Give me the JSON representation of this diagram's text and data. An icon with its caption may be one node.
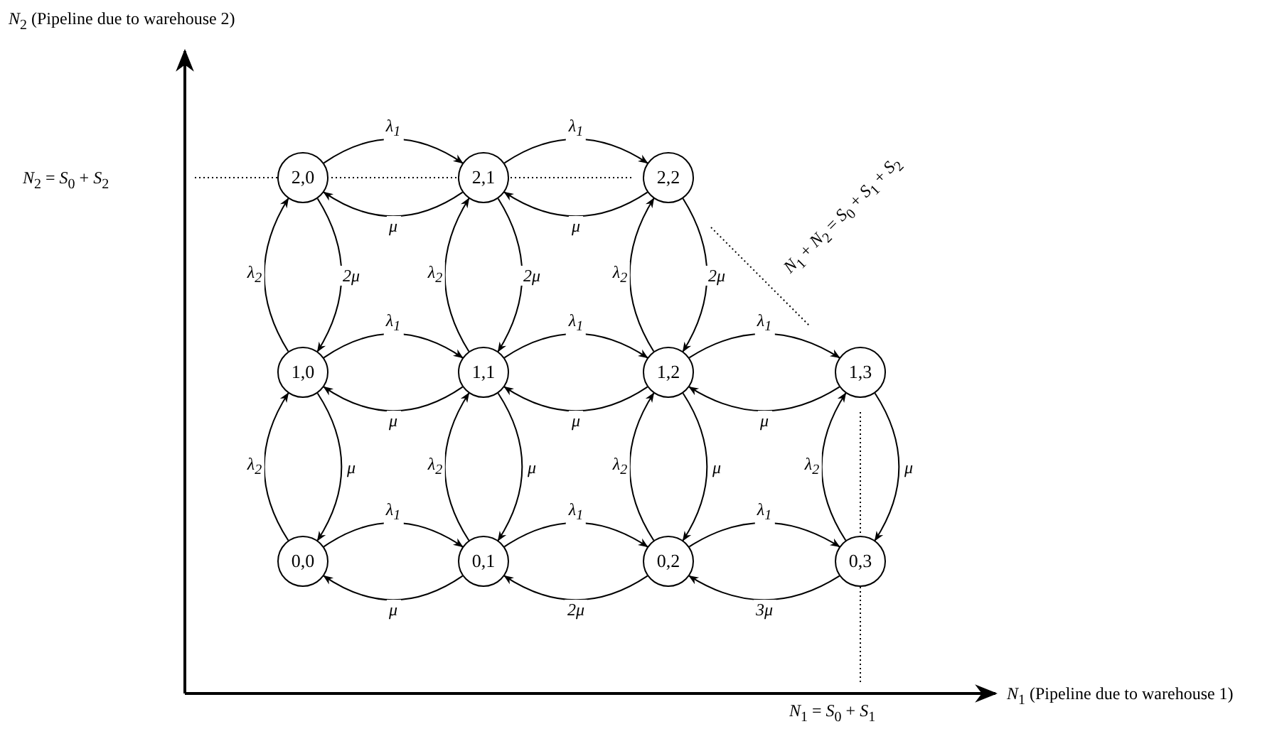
{
  "diagram": {
    "nodes": [
      {
        "text": [
          "2,0"
        ]
      },
      {
        "text": [
          "2,1"
        ]
      },
      {
        "text": [
          "2,2"
        ]
      },
      {
        "text": [
          "1,0"
        ]
      },
      {
        "text": [
          "1,1"
        ]
      },
      {
        "text": [
          "1,2"
        ]
      },
      {
        "text": [
          "1,3"
        ]
      },
      {
        "text": [
          "0,0"
        ]
      },
      {
        "text": [
          "0,1"
        ]
      },
      {
        "text": [
          "0,2"
        ]
      },
      {
        "text": [
          "0,3"
        ]
      }
    ],
    "edges": [
      {
        "from": 0,
        "to": 1,
        "arrow": "to",
        "label": "*λ*$_{1}$"
      },
      {
        "from": 1,
        "to": 0,
        "arrow": "to",
        "label": "*μ*"
      },
      {
        "from": 1,
        "to": 2,
        "arrow": "to",
        "label": "*λ*$_{1}$"
      },
      {
        "from": 2,
        "to": 1,
        "arrow": "to",
        "label": "*μ*"
      },
      {
        "from": 3,
        "to": 0,
        "arrow": "to",
        "label": "*λ*$_{2}$"
      },
      {
        "from": 0,
        "to": 3,
        "arrow": "to",
        "label": "2μ"
      },
      {
        "from": 4,
        "to": 1,
        "arrow": "to",
        "label": "*λ*$_{2}$"
      },
      {
        "from": 1,
        "to": 4,
        "arrow": "to",
        "label": "2μ"
      },
      {
        "from": 5,
        "to": 2,
        "arrow": "to",
        "label": "*λ*$_{2}$"
      },
      {
        "from": 2,
        "to": 5,
        "arrow": "to",
        "label": "2μ"
      },
      {
        "from": 3,
        "to": 4,
        "arrow": "to",
        "label": "*λ*$_{1}$"
      },
      {
        "from": 4,
        "to": 3,
        "arrow": "to",
        "label": "*μ*"
      },
      {
        "from": 4,
        "to": 5,
        "arrow": "to",
        "label": "*λ*$_{1}$"
      },
      {
        "from": 5,
        "to": 4,
        "arrow": "to",
        "label": "*μ*"
      },
      {
        "from": 5,
        "to": 6,
        "arrow": "to",
        "label": "*λ*$_{1}$"
      },
      {
        "from": 6,
        "to": 5,
        "arrow": "to",
        "label": "*μ*"
      },
      {
        "from": 7,
        "to": 3,
        "arrow": "to",
        "label": "*λ*$_{2}$"
      },
      {
        "from": 3,
        "to": 7,
        "arrow": "to",
        "label": "*μ*"
      },
      {
        "from": 8,
        "to": 4,
        "arrow": "to",
        "label": "*λ*$_{2}$"
      },
      {
        "from": 4,
        "to": 8,
        "arrow": "to",
        "label": "*μ*"
      },
      {
        "from": 9,
        "to": 5,
        "arrow": "to",
        "label": "*λ*$_{2}$"
      },
      {
        "from": 5,
        "to": 9,
        "arrow": "to",
        "label": "*μ*"
      },
      {
        "from": 10,
        "to": 6,
        "arrow": "to",
        "label": "*λ*$_{2}$"
      },
      {
        "from": 6,
        "to": 10,
        "arrow": "to",
        "label": "*μ*"
      },
      {
        "from": 7,
        "to": 8,
        "arrow": "to",
        "label": "*λ*$_{1}$"
      },
      {
        "from": 8,
        "to": 7,
        "arrow": "to",
        "label": "*μ*"
      },
      {
        "from": 8,
        "to": 9,
        "arrow": "to",
        "label": "*λ*$_{1}$"
      },
      {
        "from": 9,
        "to": 8,
        "arrow": "to",
        "label": "2μ"
      },
      {
        "from": 9,
        "to": 10,
        "arrow": "to",
        "label": "*λ*$_{1}$"
      },
      {
        "from": 10,
        "to": 9,
        "arrow": "to",
        "label": "3μ"
      }
    ],
    "labels": [
      "*N*$_{2}$ (Pipeline due to warehouse 2)",
      "*N*$_{1}$ + *N*$_{2}$ = *S*$_{0}$ + *S*$_{1}$ + *S*$_{2}$",
      "*N*$_{2}$ = *S*$_{0}$ + *S*$_{2}$",
      "*N*$_{1}$ (Pipeline due to warehouse 1)",
      "*N*$_{1}$ = *S*$_{0}$ + *S*$_{1}$"
    ]
  }
}
